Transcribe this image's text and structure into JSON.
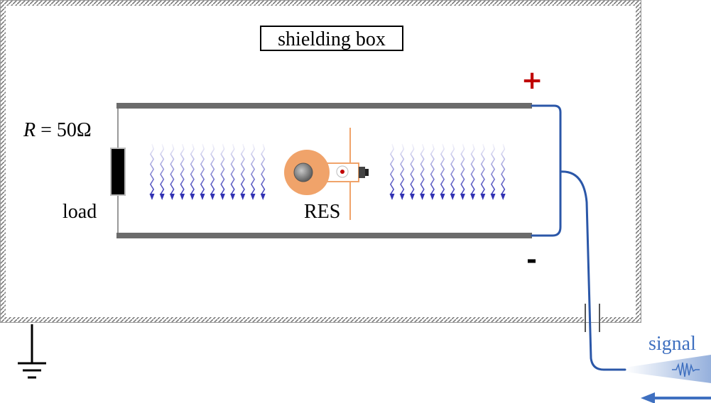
{
  "labels": {
    "shielding_box": "shielding box",
    "r_symbol": "R",
    "r_value": " = 50Ω",
    "load": "load",
    "res": "RES",
    "plus": "+",
    "minus": "-",
    "signal": "signal"
  },
  "colors": {
    "plate": "#6b6b6b",
    "wire": "#2b57a8",
    "field_arrow": "#3232b4",
    "plus": "#c00000",
    "signal": "#3f70c0",
    "res_orange": "#f0a36a"
  },
  "icons": [
    "ground-icon",
    "capacitor-icon",
    "resistor-icon",
    "signal-wave-icon",
    "signal-arrow-icon",
    "field-arrows-icon",
    "res-atom-source-icon"
  ]
}
